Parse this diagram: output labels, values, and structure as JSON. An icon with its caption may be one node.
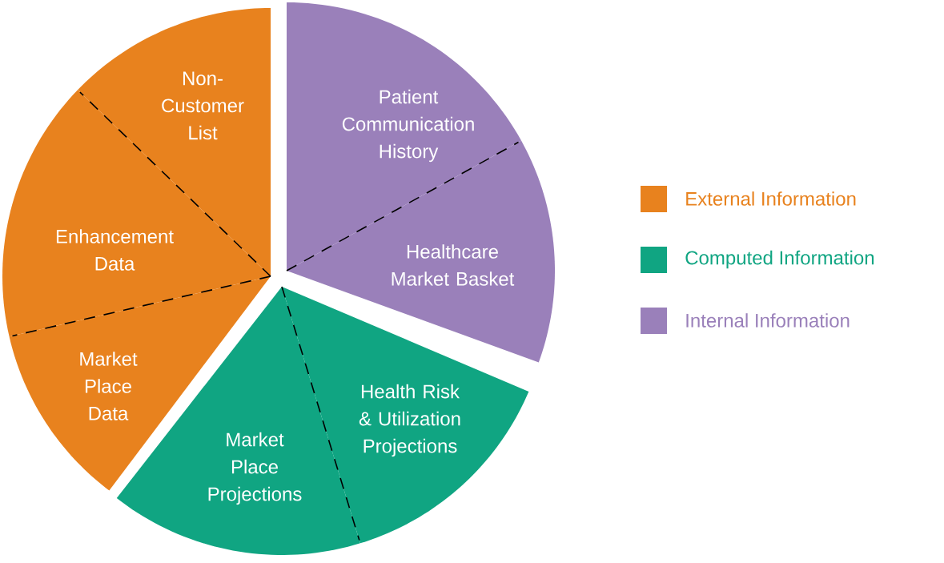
{
  "diagram": {
    "nodes": [
      {
        "text": [
          "Non-Customer List"
        ]
      },
      {
        "text": [
          "Enhancement Data"
        ]
      },
      {
        "text": [
          "Market Place Data"
        ]
      },
      {
        "text": [
          "Patient Communication History"
        ]
      },
      {
        "text": [
          "Healthcare Market Basket"
        ]
      },
      {
        "text": [
          "Health Risk & Utilization Projections"
        ]
      },
      {
        "text": [
          "Market Place Projections"
        ]
      }
    ],
    "legend": [
      {
        "text": "External Information",
        "color": "#e8821e"
      },
      {
        "text": "Computed Information",
        "color": "#10a582"
      },
      {
        "text": "Internal Information",
        "color": "#9a80ba"
      }
    ]
  }
}
